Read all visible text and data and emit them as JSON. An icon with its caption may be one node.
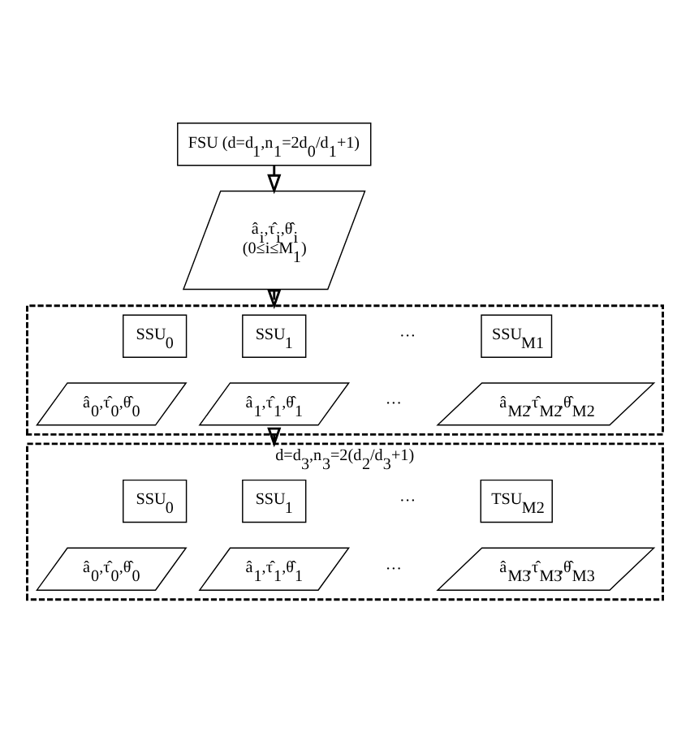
{
  "diagram": {
    "nodes": [
      {
        "text": [
          "FSU (d=d$_{1}$,n$_{1}$=2d$_{0}$/d$_{1}$+1)"
        ]
      },
      {
        "text": [
          "â$_{i}$,τ̂$_{i}$,θ̂$_{i}$ (0≤i≤M$_{1}$)"
        ]
      },
      {
        "text": [],
        "shape": "box"
      },
      {
        "text": [
          "SSU$_{0}$"
        ],
        "in": 2
      },
      {
        "text": [
          "SSU$_{1}$"
        ],
        "in": 2
      },
      {
        "text": [
          "SSU$_{M1}$"
        ],
        "in": 2
      },
      {
        "text": [
          "â$_{0}$,τ̂$_{0}$,θ̂$_{0}$"
        ],
        "in": 2
      },
      {
        "text": [
          "â$_{1}$,τ̂$_{1}$,θ̂$_{1}$"
        ],
        "in": 2
      },
      {
        "text": [
          "â$_{M2}$,τ̂$_{M2}$,θ̂$_{M2}$"
        ],
        "in": 2
      },
      {
        "text": [
          "d=d$_{3}$,n$_{3}$=2(d$_{2}$/d$_{3}$+1)"
        ]
      },
      {
        "text": [
          "SSU$_{0}$"
        ],
        "in": 9
      },
      {
        "text": [
          "SSU$_{1}$"
        ],
        "in": 9
      },
      {
        "text": [
          "TSU$_{M2}$"
        ],
        "in": 9
      },
      {
        "text": [
          "â$_{0}$,τ̂$_{0}$,θ̂$_{0}$"
        ],
        "in": 9
      },
      {
        "text": [
          "â$_{1}$,τ̂$_{1}$,θ̂$_{1}$"
        ],
        "in": 9
      },
      {
        "text": [
          "â$_{M3}$,τ̂$_{M3}$,θ̂$_{M3}$"
        ],
        "in": 9
      }
    ],
    "edges": [
      {
        "from": 0,
        "to": 1,
        "arrow": "to"
      },
      {
        "from": 1,
        "to": 2,
        "arrow": "to"
      },
      {
        "from": 2,
        "to": 9,
        "arrow": "to"
      }
    ],
    "labels": [
      "···",
      "···",
      "···",
      "···"
    ]
  }
}
